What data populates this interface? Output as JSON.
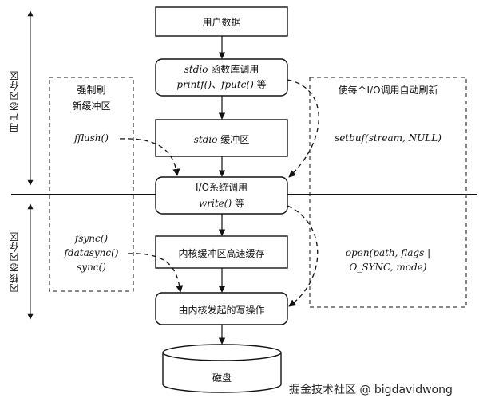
{
  "boxes": {
    "user_data": "用户数据",
    "stdio_lib_line1": "stdio",
    "stdio_lib_line1b": " 函数库调用",
    "stdio_lib_line2": "printf()、fputc()",
    "stdio_lib_line2b": " 等",
    "stdio_buffer_a": "stdio",
    "stdio_buffer_b": " 缓冲区",
    "io_syscall_line1": "I/O系统调用",
    "io_syscall_line2": "write()",
    "io_syscall_line2b": " 等",
    "kernel_cache": "内核缓冲区高速缓存",
    "kernel_write": "由内核发起的写操作",
    "disk": "磁盘"
  },
  "side_labels": {
    "user_space": "用户态内存区",
    "kernel_space": "内核态内存区"
  },
  "left_notes": {
    "force_flush_line1": "强制刷",
    "force_flush_line2": "新缓冲区",
    "fflush": "fflush()",
    "fsync": "fsync()",
    "fdatasync": "fdatasync()",
    "sync": "sync()"
  },
  "right_notes": {
    "auto_flush": "使每个I/O调用自动刷新",
    "setbuf": "setbuf(stream, NULL)",
    "open_line1": "open(path, flags |",
    "open_line2": "O_SYNC, mode)"
  },
  "watermark": "掘金技术社区 @ bigdavidwong"
}
